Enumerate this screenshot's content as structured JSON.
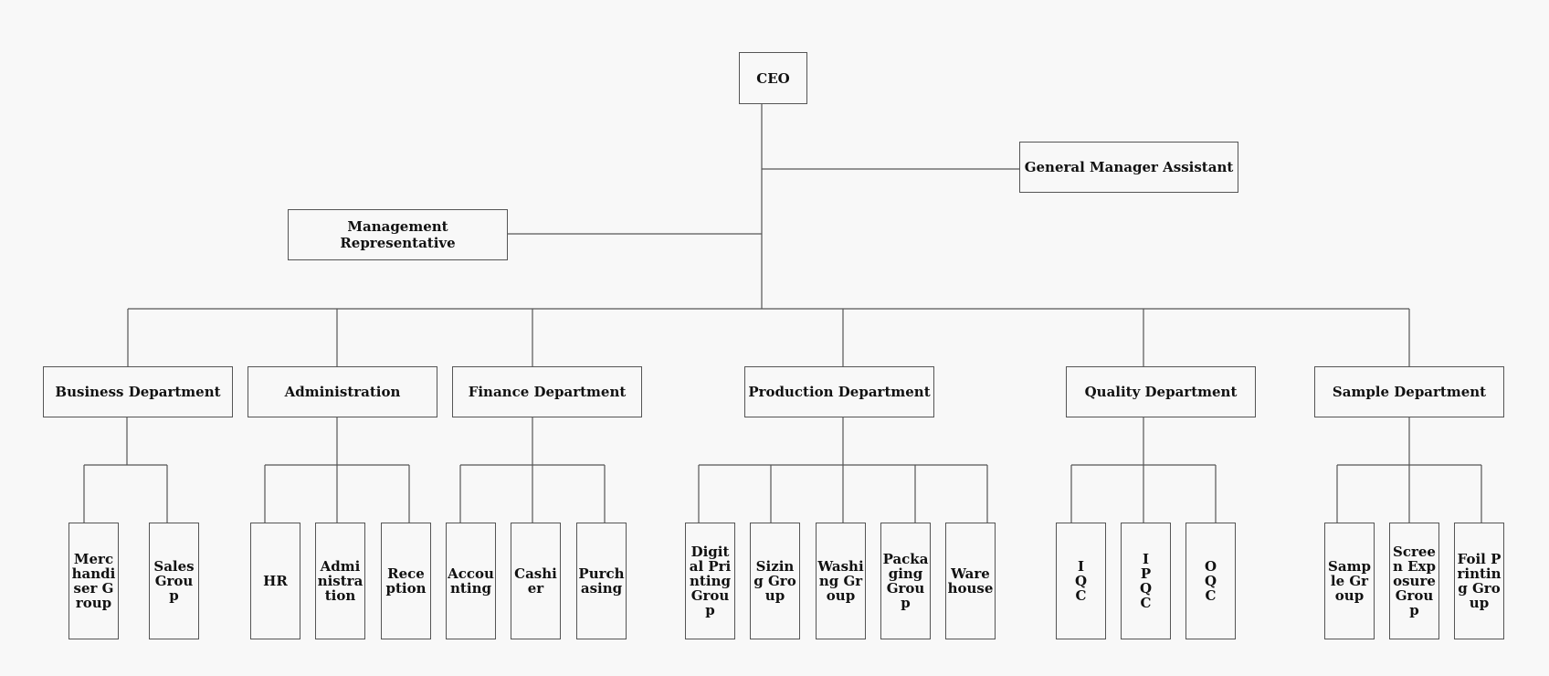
{
  "ceo": "CEO",
  "general_manager_assistant": "General Manager Assistant",
  "management_representative": "Management Representative",
  "departments": [
    {
      "label": "Business Department",
      "groups": [
        "Merchandiser Group",
        "Sales Group"
      ]
    },
    {
      "label": "Administration",
      "groups": [
        "HR",
        "Administration",
        "Reception"
      ]
    },
    {
      "label": "Finance Department",
      "groups": [
        "Accounting",
        "Cashier",
        "Purchasing"
      ]
    },
    {
      "label": "Production Department",
      "groups": [
        "Digital Printing Group",
        "Sizing Group",
        "Washing Group",
        "Packaging Group",
        "Warehouse"
      ]
    },
    {
      "label": "Quality Department",
      "groups": [
        "IQC",
        "IPQC",
        "OQC"
      ]
    },
    {
      "label": "Sample Department",
      "groups": [
        "Sample Group",
        "Screen Exposure Group",
        "Foil Printing Group"
      ]
    }
  ]
}
